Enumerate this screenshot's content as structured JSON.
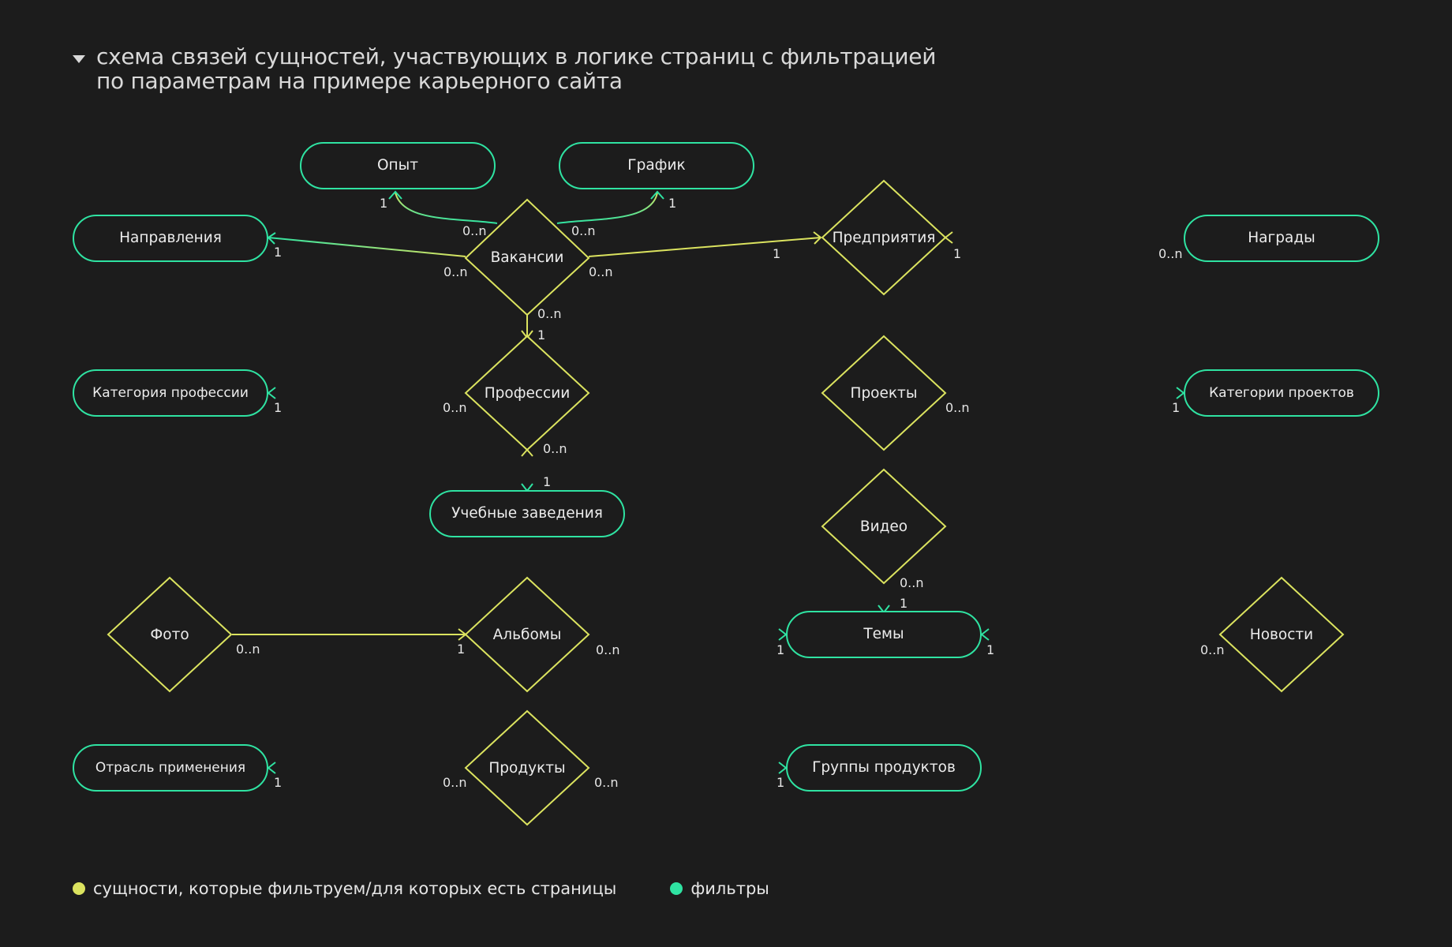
{
  "colors": {
    "background": "#1c1c1c",
    "entity": "#dbe35f",
    "filter": "#2fe3a2",
    "text": "#ececec"
  },
  "header": {
    "line1": "схема связей сущностей, участвующих в логике страниц с фильтрацией",
    "line2": "по параметрам на примере карьерного сайта"
  },
  "nodes": {
    "opyt": "Опыт",
    "grafik": "График",
    "napravleniya": "Направления",
    "vakansii": "Вакансии",
    "predpriyatiya": "Предприятия",
    "nagrady": "Награды",
    "professii": "Профессии",
    "kategoriya_professii": "Категория профессии",
    "proekty": "Проекты",
    "kategorii_proektov": "Категории проектов",
    "uchebnye": "Учебные заведения",
    "video": "Видео",
    "foto": "Фото",
    "albomy": "Альбомы",
    "temy": "Темы",
    "novosti": "Новости",
    "otrasl": "Отрасль применения",
    "produkty": "Продукты",
    "gruppy": "Группы продуктов"
  },
  "cardinality": {
    "one": "1",
    "many": "0..n"
  },
  "legend": {
    "entities": "сущности, которые фильтруем/для которых есть страницы",
    "filters": "фильтры"
  }
}
